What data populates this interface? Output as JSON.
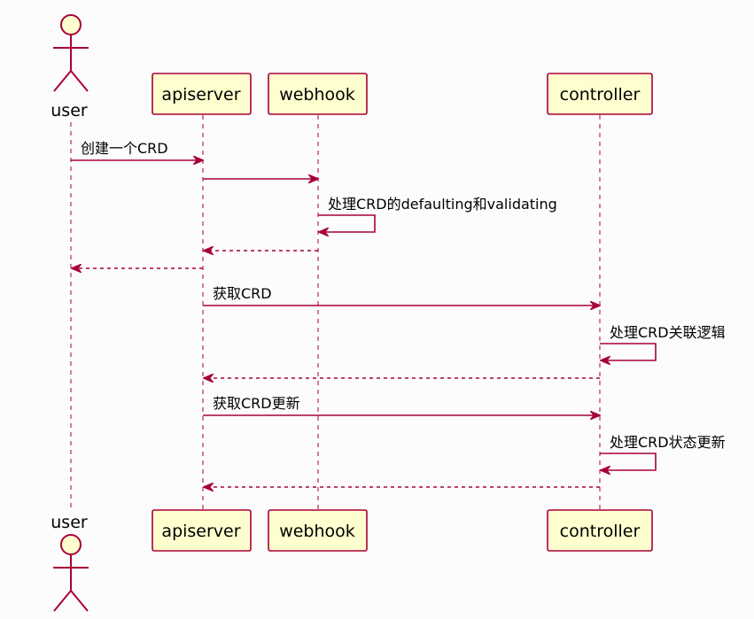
{
  "participants": {
    "user": "user",
    "apiserver": "apiserver",
    "webhook": "webhook",
    "controller": "controller"
  },
  "messages": [
    {
      "from": "user",
      "to": "apiserver",
      "label": "创建一个CRD",
      "style": "solid"
    },
    {
      "from": "apiserver",
      "to": "webhook",
      "label": "",
      "style": "solid"
    },
    {
      "from": "webhook",
      "to": "webhook",
      "label": "处理CRD的defaulting和validating",
      "style": "solid"
    },
    {
      "from": "webhook",
      "to": "apiserver",
      "label": "",
      "style": "dashed"
    },
    {
      "from": "apiserver",
      "to": "user",
      "label": "",
      "style": "dashed"
    },
    {
      "from": "apiserver",
      "to": "controller",
      "label": "获取CRD",
      "style": "solid"
    },
    {
      "from": "controller",
      "to": "controller",
      "label": "处理CRD关联逻辑",
      "style": "solid"
    },
    {
      "from": "controller",
      "to": "apiserver",
      "label": "",
      "style": "dashed"
    },
    {
      "from": "apiserver",
      "to": "controller",
      "label": "获取CRD更新",
      "style": "solid"
    },
    {
      "from": "controller",
      "to": "controller",
      "label": "处理CRD状态更新",
      "style": "solid"
    },
    {
      "from": "controller",
      "to": "apiserver",
      "label": "",
      "style": "dashed"
    }
  ],
  "colors": {
    "line": "#a80036",
    "box_fill": "#fefece"
  }
}
